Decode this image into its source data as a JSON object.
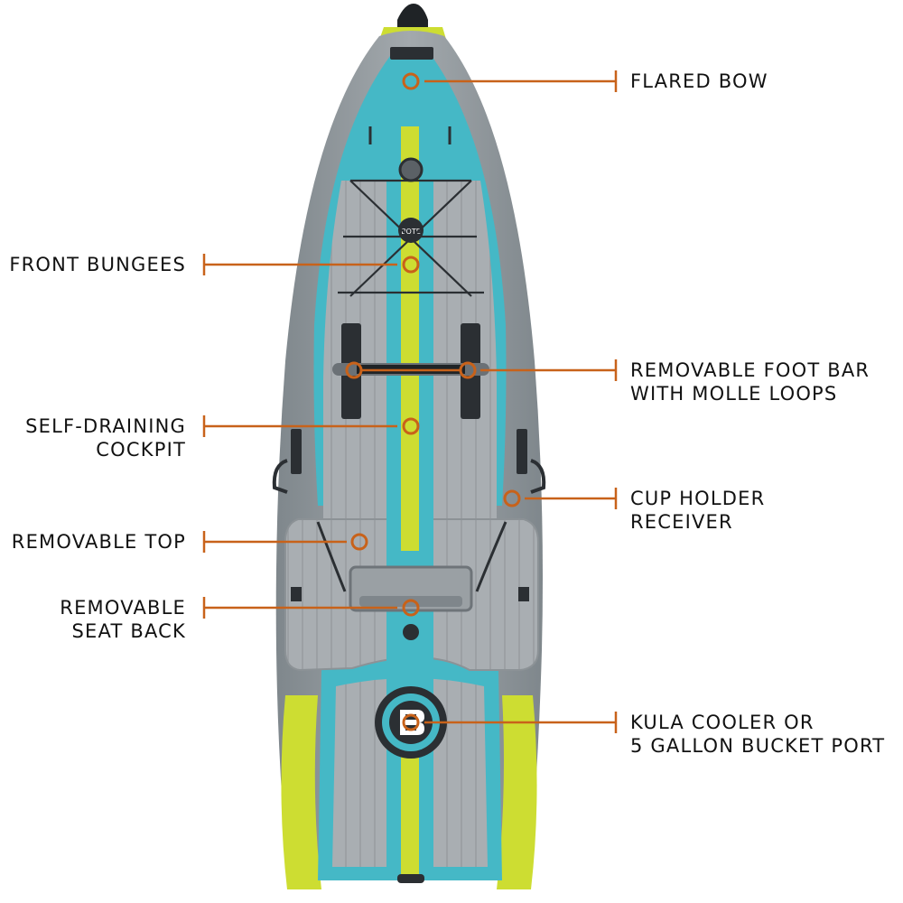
{
  "colors": {
    "callout": "#c8621a",
    "hull_gray": "#8f969b",
    "deck_gray": "#a9aeb2",
    "teal": "#45b8c6",
    "lime": "#cddd32",
    "dark": "#2b2f33"
  },
  "brand": {
    "deck_logo": "BOTE"
  },
  "callouts": [
    {
      "id": "flared-bow",
      "side": "right",
      "lines": [
        "FLARED BOW"
      ]
    },
    {
      "id": "front-bungees",
      "side": "left",
      "lines": [
        "FRONT BUNGEES"
      ]
    },
    {
      "id": "removable-foot-bar",
      "side": "right",
      "lines": [
        "REMOVABLE FOOT BAR",
        "WITH MOLLE LOOPS"
      ]
    },
    {
      "id": "self-draining-cockpit",
      "side": "left",
      "lines": [
        "SELF-DRAINING",
        "COCKPIT"
      ]
    },
    {
      "id": "cup-holder-receiver",
      "side": "right",
      "lines": [
        "CUP HOLDER",
        "RECEIVER"
      ]
    },
    {
      "id": "removable-top",
      "side": "left",
      "lines": [
        "REMOVABLE TOP"
      ]
    },
    {
      "id": "removable-seat-back",
      "side": "left",
      "lines": [
        "REMOVABLE",
        "SEAT BACK"
      ]
    },
    {
      "id": "kula-cooler-port",
      "side": "right",
      "lines": [
        "KULA COOLER OR",
        "5 GALLON BUCKET PORT"
      ]
    }
  ]
}
